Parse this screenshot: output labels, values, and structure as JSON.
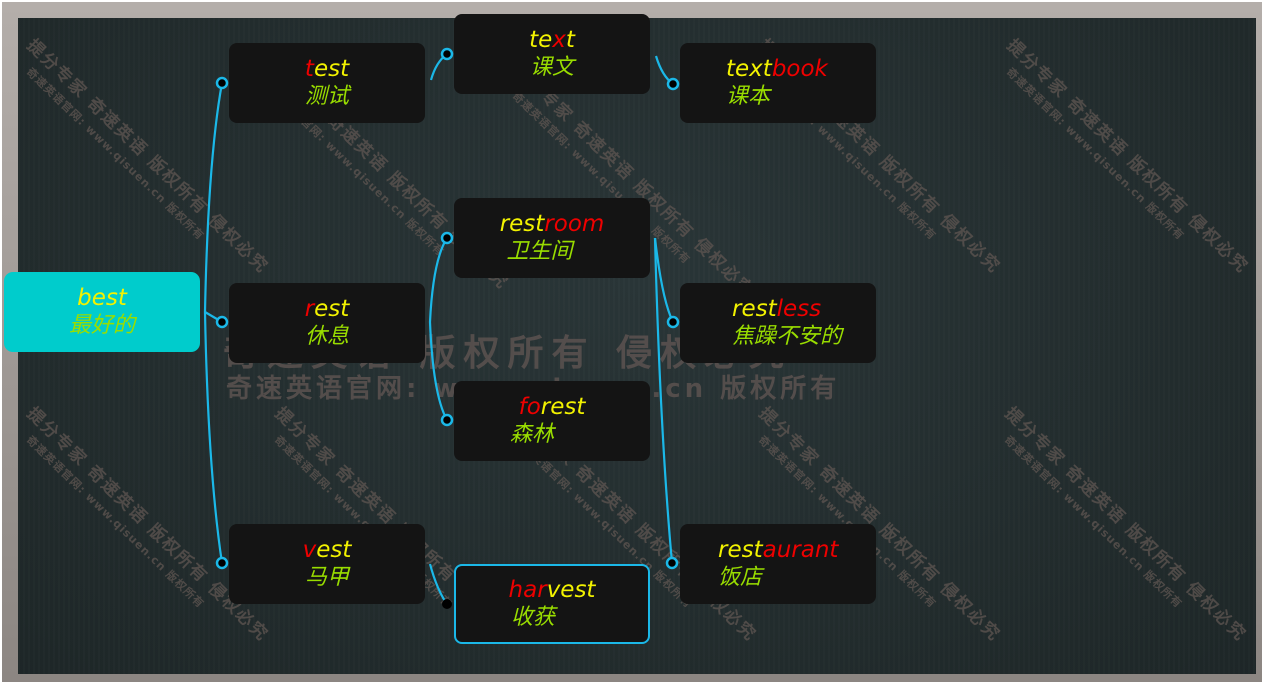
{
  "colors": {
    "root_bg": "#00cccc",
    "node_bg": "#141414",
    "connector": "#1bb8e8",
    "stem_text": "#f2f200",
    "affix_text": "#ee0000",
    "chinese_text": "#99dd00",
    "board_bg": "#24302f"
  },
  "watermark": {
    "diagonal_line1": "提分专家 奇速英语 版权所有 侵权必究",
    "diagonal_line2": "奇速英语官网: www.qisuen.cn 版权所有",
    "center_line1": "奇速英语 版权所有 侵权必究",
    "center_line2": "奇速英语官网: www.qisuen.cn 版权所有"
  },
  "nodes": {
    "best": {
      "parts": [
        {
          "t": "best",
          "c": "y"
        }
      ],
      "zh": "最好的"
    },
    "test": {
      "parts": [
        {
          "t": "t",
          "c": "r"
        },
        {
          "t": "est",
          "c": "y"
        }
      ],
      "zh": "测试"
    },
    "rest": {
      "parts": [
        {
          "t": "r",
          "c": "r"
        },
        {
          "t": "est",
          "c": "y"
        }
      ],
      "zh": "休息"
    },
    "vest": {
      "parts": [
        {
          "t": "v",
          "c": "r"
        },
        {
          "t": "est",
          "c": "y"
        }
      ],
      "zh": "马甲"
    },
    "text": {
      "parts": [
        {
          "t": "te",
          "c": "y"
        },
        {
          "t": "x",
          "c": "r"
        },
        {
          "t": "t",
          "c": "y"
        }
      ],
      "zh": "课文"
    },
    "textbook": {
      "parts": [
        {
          "t": "text",
          "c": "y"
        },
        {
          "t": "book",
          "c": "r"
        }
      ],
      "zh": "课本"
    },
    "restroom": {
      "parts": [
        {
          "t": "rest",
          "c": "y"
        },
        {
          "t": "room",
          "c": "r"
        }
      ],
      "zh": "卫生间"
    },
    "forest": {
      "parts": [
        {
          "t": "fo",
          "c": "r"
        },
        {
          "t": "rest",
          "c": "y"
        }
      ],
      "zh": "森林"
    },
    "restless": {
      "parts": [
        {
          "t": "rest",
          "c": "y"
        },
        {
          "t": "less",
          "c": "r"
        }
      ],
      "zh": "焦躁不安的"
    },
    "restaurant": {
      "parts": [
        {
          "t": "rest",
          "c": "y"
        },
        {
          "t": "aurant",
          "c": "r"
        }
      ],
      "zh": "饭店"
    },
    "harvest": {
      "parts": [
        {
          "t": "har",
          "c": "r"
        },
        {
          "t": "vest",
          "c": "y"
        }
      ],
      "zh": "收获"
    }
  },
  "edges": [
    [
      "best",
      "test"
    ],
    [
      "best",
      "rest"
    ],
    [
      "best",
      "vest"
    ],
    [
      "test",
      "text"
    ],
    [
      "text",
      "textbook"
    ],
    [
      "rest",
      "restroom"
    ],
    [
      "rest",
      "forest"
    ],
    [
      "restroom",
      "restless"
    ],
    [
      "restroom",
      "restaurant"
    ],
    [
      "vest",
      "harvest"
    ]
  ],
  "selected_node": "harvest"
}
